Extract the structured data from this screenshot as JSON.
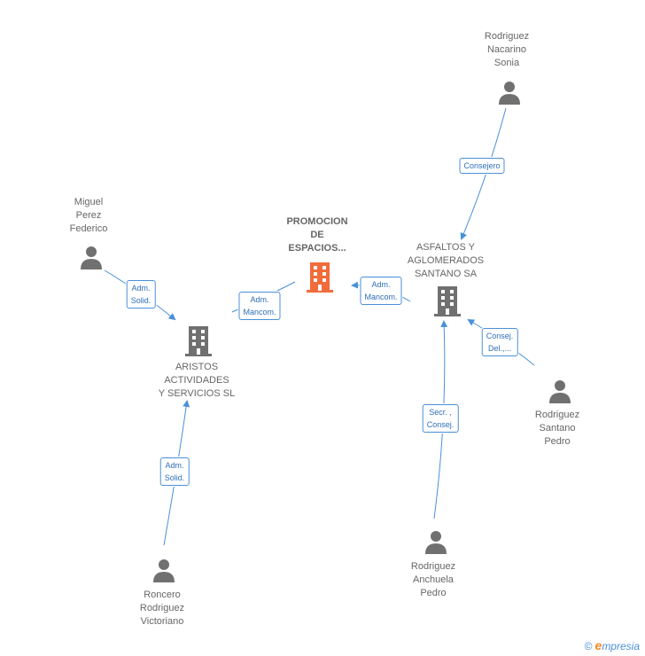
{
  "colors": {
    "edge": "#4a90d9",
    "person": "#707070",
    "company": "#707070",
    "focus": "#f26b3a"
  },
  "nodes": {
    "promocion": {
      "label": "PROMOCION\nDE\nESPACIOS..."
    },
    "aristos": {
      "label": "ARISTOS\nACTIVIDADES\nY SERVICIOS SL"
    },
    "asfaltos": {
      "label": "ASFALTOS Y\nAGLOMERADOS\nSANTANO SA"
    },
    "miguel": {
      "label": "Miguel\nPerez\nFederico"
    },
    "nacarino": {
      "label": "Rodriguez\nNacarino\nSonia"
    },
    "santano": {
      "label": "Rodriguez\nSantano\nPedro"
    },
    "anchuela": {
      "label": "Rodriguez\nAnchuela\nPedro"
    },
    "roncero": {
      "label": "Roncero\nRodriguez\nVictoriano"
    }
  },
  "edges": {
    "miguel_aristos": "Adm.\nSolid.",
    "aristos_promocion": "Adm.\nMancom.",
    "asfaltos_promocion": "Adm.\nMancom.",
    "nacarino_asfaltos": "Consejero",
    "santano_asfaltos": "Consej.\nDel.,...",
    "anchuela_asfaltos": "Secr. ,\nConsej.",
    "roncero_aristos": "Adm.\nSolid."
  },
  "footer": {
    "copyright": "©",
    "brand_initial": "e",
    "brand_rest": "mpresia"
  }
}
